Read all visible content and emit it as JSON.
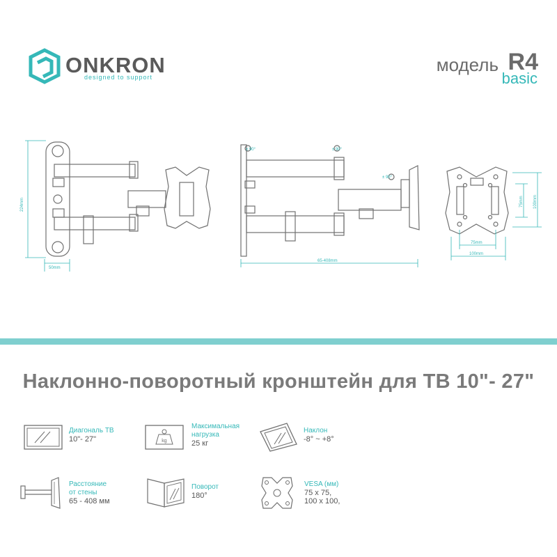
{
  "brand": {
    "name": "ONKRON",
    "tagline": "designed to support"
  },
  "model": {
    "word": "модель",
    "number": "R4",
    "subtitle": "basic"
  },
  "colors": {
    "accent": "#35b8b8",
    "band": "#7fcfcf",
    "text": "#6b6b6b",
    "line": "#707070"
  },
  "dimensions": {
    "height_side": "224mm",
    "depth_side": "50mm",
    "extension": "65-408mm",
    "vesa_75_w": "75mm",
    "vesa_100_w": "100mm",
    "vesa_75_h": "75mm",
    "vesa_100_h": "100mm",
    "swivel_1": "± 90°",
    "swivel_2": "± 90°",
    "swivel_3": "± 90°"
  },
  "headline": "Наклонно-поворотный кронштейн для ТВ 10\"- 27\"",
  "specs": {
    "diagonal": {
      "label": "Диагональ ТВ",
      "value": "10\"- 27\""
    },
    "max_load": {
      "label_1": "Максимальная",
      "label_2": "нагрузка",
      "value": "25 кг",
      "weight_mark": "kg"
    },
    "tilt": {
      "label": "Наклон",
      "value": "-8° ~ +8°"
    },
    "wall_distance": {
      "label_1": "Расстояние",
      "label_2": "от стены",
      "value": "65 - 408 мм"
    },
    "swivel": {
      "label": "Поворот",
      "value": "180°"
    },
    "vesa": {
      "label": "VESA (мм)",
      "value_1": "75 x 75,",
      "value_2": "100 x 100,"
    }
  }
}
